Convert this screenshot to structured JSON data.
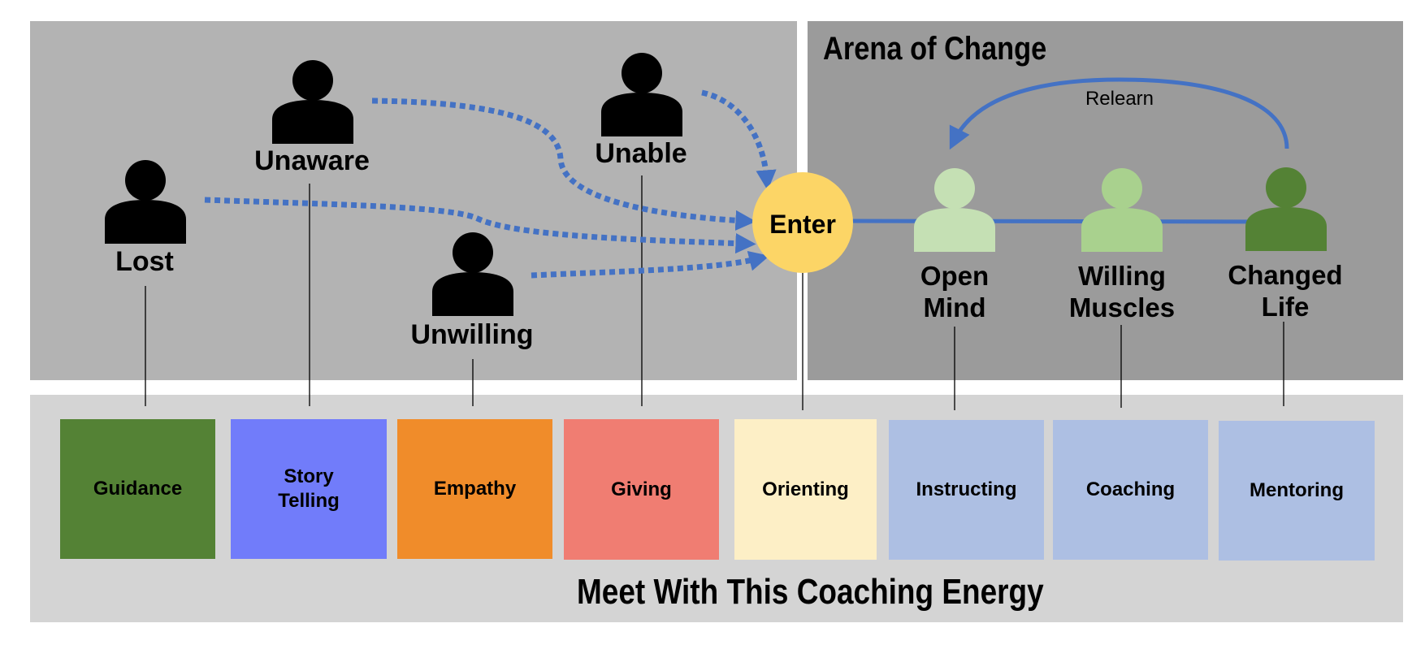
{
  "colors": {
    "left_panel": "#b3b3b3",
    "right_panel": "#9b9b9b",
    "bottom_panel": "#d4d4d4",
    "arrow_blue": "#4472c4",
    "enter_circle": "#fcd566",
    "person_black": "#000000",
    "open_mind_person": "#c5e0b4",
    "willing_muscles_person": "#a9d18e",
    "changed_life_person": "#548235"
  },
  "arena": {
    "title": "Arena of Change",
    "relearn_label": "Relearn"
  },
  "enter": {
    "label": "Enter"
  },
  "people": [
    {
      "id": "lost",
      "label": "Lost"
    },
    {
      "id": "unaware",
      "label": "Unaware"
    },
    {
      "id": "unwilling",
      "label": "Unwilling"
    },
    {
      "id": "unable",
      "label": "Unable"
    }
  ],
  "stages": [
    {
      "id": "open-mind",
      "label": "Open\nMind"
    },
    {
      "id": "willing-muscles",
      "label": "Willing\nMuscles"
    },
    {
      "id": "changed-life",
      "label": "Changed\nLife"
    }
  ],
  "energies": [
    {
      "label": "Guidance",
      "color": "#548235"
    },
    {
      "label": "Story\nTelling",
      "color": "#717cfa"
    },
    {
      "label": "Empathy",
      "color": "#f08c2a"
    },
    {
      "label": "Giving",
      "color": "#f07d72"
    },
    {
      "label": "Orienting",
      "color": "#fdefc6"
    },
    {
      "label": "Instructing",
      "color": "#adbfe3"
    },
    {
      "label": "Coaching",
      "color": "#adbfe3"
    },
    {
      "label": "Mentoring",
      "color": "#adbfe3"
    }
  ],
  "footer": {
    "title": "Meet With This Coaching Energy"
  }
}
